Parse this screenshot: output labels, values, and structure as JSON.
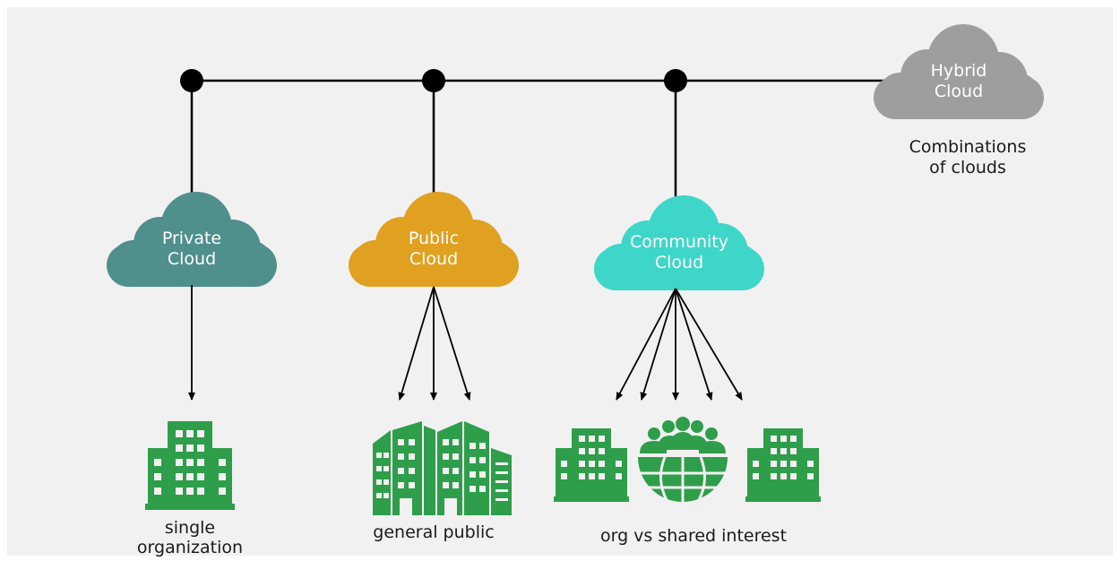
{
  "clouds": {
    "private": {
      "line1": "Private",
      "line2": "Cloud",
      "color": "#4f8f8c"
    },
    "public": {
      "line1": "Public",
      "line2": "Cloud",
      "color": "#e0a020"
    },
    "community": {
      "line1": "Community",
      "line2": "Cloud",
      "color": "#3ed6c8"
    },
    "hybrid": {
      "line1": "Hybrid",
      "line2": "Cloud",
      "color": "#9e9e9e"
    }
  },
  "captions": {
    "hybrid_line1": "Combinations",
    "hybrid_line2": "of clouds",
    "private_line1": "single",
    "private_line2": "organization",
    "public": "general public",
    "community": "org vs shared interest"
  },
  "colors": {
    "background": "#f1f1f1",
    "line": "#000000",
    "icon_green": "#2e9e4a"
  },
  "icons": [
    "building-icon",
    "buildings-group-icon",
    "globe-people-icon"
  ]
}
